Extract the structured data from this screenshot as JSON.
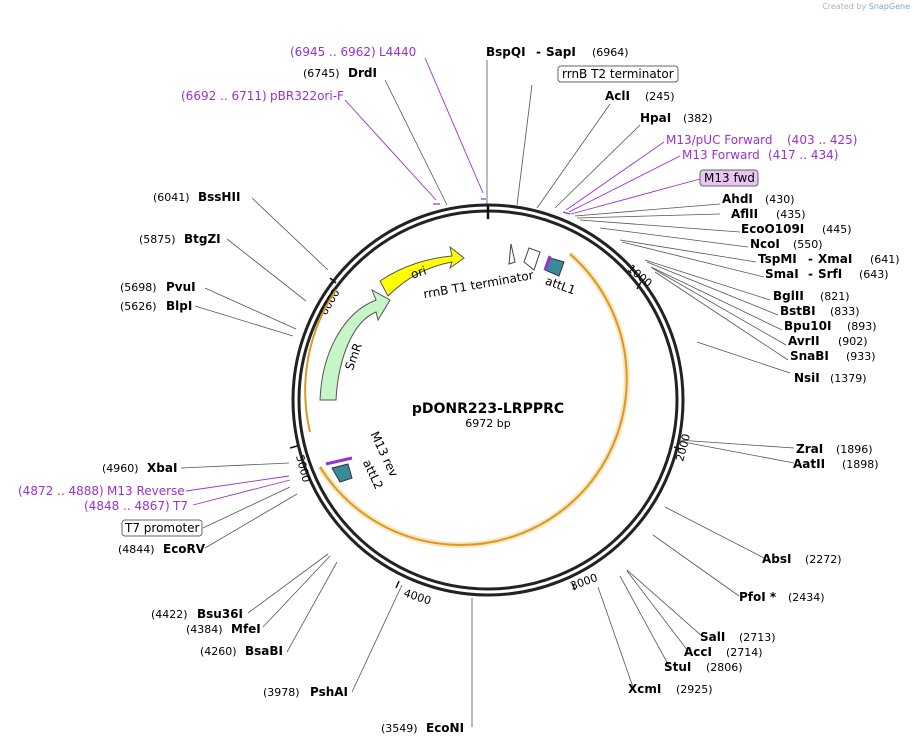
{
  "credit": {
    "prefix": "Created by",
    "brand": "SnapGene"
  },
  "plasmid": {
    "name": "pDONR223-LRPPRC",
    "length": "6972 bp"
  },
  "ticks": [
    "1000",
    "2000",
    "3000",
    "4000",
    "5000",
    "6000"
  ],
  "features": {
    "ori": "ori",
    "smr": "SmR",
    "rrnb_t1": "rrnB T1 terminator",
    "attl1": "attL1",
    "attl2": "attL2",
    "m13_rev": "M13 rev"
  },
  "box_labels": {
    "rrnb_t2": "rrnB T2 terminator",
    "m13_fwd": "M13 fwd",
    "t7_promoter": "T7 promoter"
  },
  "enzymes": [
    {
      "name": "BspQI",
      "sep": "-",
      "name2": "SapI",
      "pos": "(6964)"
    },
    {
      "name": "DrdI",
      "pos": "(6745)"
    },
    {
      "name": "AclI",
      "pos": "(245)"
    },
    {
      "name": "HpaI",
      "pos": "(382)"
    },
    {
      "name": "AhdI",
      "pos": "(430)"
    },
    {
      "name": "AflII",
      "pos": "(435)"
    },
    {
      "name": "EcoO109I",
      "pos": "(445)"
    },
    {
      "name": "NcoI",
      "pos": "(550)"
    },
    {
      "name": "TspMI",
      "sep": "-",
      "name2": "XmaI",
      "pos": "(641)"
    },
    {
      "name": "SmaI",
      "sep": "-",
      "name2": "SrfI",
      "pos": "(643)"
    },
    {
      "name": "BglII",
      "pos": "(821)"
    },
    {
      "name": "BstBI",
      "pos": "(833)"
    },
    {
      "name": "Bpu10I",
      "pos": "(893)"
    },
    {
      "name": "AvrII",
      "pos": "(902)"
    },
    {
      "name": "SnaBI",
      "pos": "(933)"
    },
    {
      "name": "NsiI",
      "pos": "(1379)"
    },
    {
      "name": "ZraI",
      "pos": "(1896)"
    },
    {
      "name": "AatII",
      "pos": "(1898)"
    },
    {
      "name": "AbsI",
      "pos": "(2272)"
    },
    {
      "name": "PfoI *",
      "pos": "(2434)"
    },
    {
      "name": "SalI",
      "pos": "(2713)"
    },
    {
      "name": "AccI",
      "pos": "(2714)"
    },
    {
      "name": "StuI",
      "pos": "(2806)"
    },
    {
      "name": "XcmI",
      "pos": "(2925)"
    },
    {
      "name": "EcoNI",
      "pos": "(3549)"
    },
    {
      "name": "PshAI",
      "pos": "(3978)"
    },
    {
      "name": "BsaBI",
      "pos": "(4260)"
    },
    {
      "name": "MfeI",
      "pos": "(4384)"
    },
    {
      "name": "Bsu36I",
      "pos": "(4422)"
    },
    {
      "name": "EcoRV",
      "pos": "(4844)"
    },
    {
      "name": "XbaI",
      "pos": "(4960)"
    },
    {
      "name": "BlpI",
      "pos": "(5626)"
    },
    {
      "name": "PvuI",
      "pos": "(5698)"
    },
    {
      "name": "BtgZI",
      "pos": "(5875)"
    },
    {
      "name": "BssHII",
      "pos": "(6041)"
    }
  ],
  "primers": [
    {
      "range": "(6945 .. 6962)",
      "name": "L4440"
    },
    {
      "range": "(6692 .. 6711)",
      "name": "pBR322ori-F"
    },
    {
      "name": "M13/pUC Forward",
      "range": "(403 .. 425)"
    },
    {
      "name": "M13 Forward",
      "range": "(417 .. 434)"
    },
    {
      "range": "(4872 .. 4888)",
      "name": "M13 Reverse"
    },
    {
      "range": "(4848 .. 4867)",
      "name": "T7"
    }
  ],
  "colors": {
    "backbone": "#222222",
    "insert": "#f0b545",
    "ori": "#ffff00",
    "smr": "#c8f5c8",
    "att": "#3a8a99",
    "primer": "#9b30d0"
  }
}
